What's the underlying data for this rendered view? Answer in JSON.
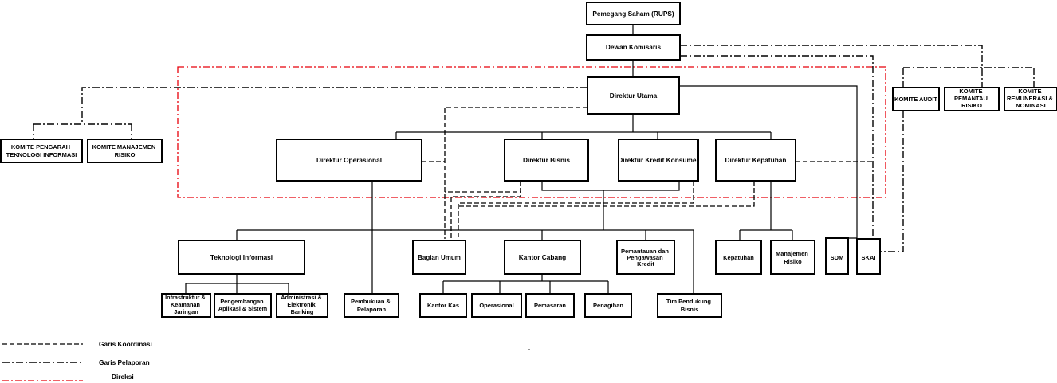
{
  "boxes": {
    "rups": "Pemegang Saham (RUPS)",
    "dekom": "Dewan Komisaris",
    "dirut": "Direktur Utama",
    "dir_ops": "Direktur Operasional",
    "dir_bis": "Direktur Bisnis",
    "dir_kk": "Direktur Kredit Konsumer",
    "dir_kep": "Direktur Kepatuhan",
    "k_audit": "KOMITE AUDIT",
    "k_pr": [
      "KOMITE",
      "PEMANTAU",
      "RISIKO"
    ],
    "k_rn": [
      "KOMITE",
      "REMUNERASI &",
      "NOMINASI"
    ],
    "k_pti": [
      "KOMITE PENGARAH",
      "TEKNOLOGI INFORMASI"
    ],
    "k_mr": [
      "KOMITE MANAJEMEN",
      "RISIKO"
    ],
    "ti": "Teknologi Informasi",
    "bag_umum": "Bagian Umum",
    "kantor_cabang": "Kantor Cabang",
    "pemantauan": [
      "Pemantauan dan",
      "Pengawasan",
      "Kredit"
    ],
    "kepatuhan": "Kepatuhan",
    "man_risiko": [
      "Manajemen",
      "Risiko"
    ],
    "sdm": "SDM",
    "skai": "SKAI",
    "infra": [
      "Infrastruktur &",
      "Keamanan",
      "Jaringan"
    ],
    "pengembangan": [
      "Pengembangan",
      "Aplikasi & Sistem"
    ],
    "admin": [
      "Administrasi &",
      "Elektronik",
      "Banking"
    ],
    "pembukuan": [
      "Pembukuan &",
      "Pelaporan"
    ],
    "kantor_kas": "Kantor Kas",
    "operasional": "Operasional",
    "pemasaran": "Pemasaran",
    "penagihan": "Penagihan",
    "tim_pendukung": [
      "Tim Pendukung",
      "Bisnis"
    ]
  },
  "legend": {
    "koordinasi": "Garis Koordinasi",
    "pelaporan": "Garis Pelaporan",
    "direksi": "Direksi"
  },
  "colors": {
    "box_border": "#000000",
    "direksi_line": "#e8000b",
    "line": "#000000"
  }
}
